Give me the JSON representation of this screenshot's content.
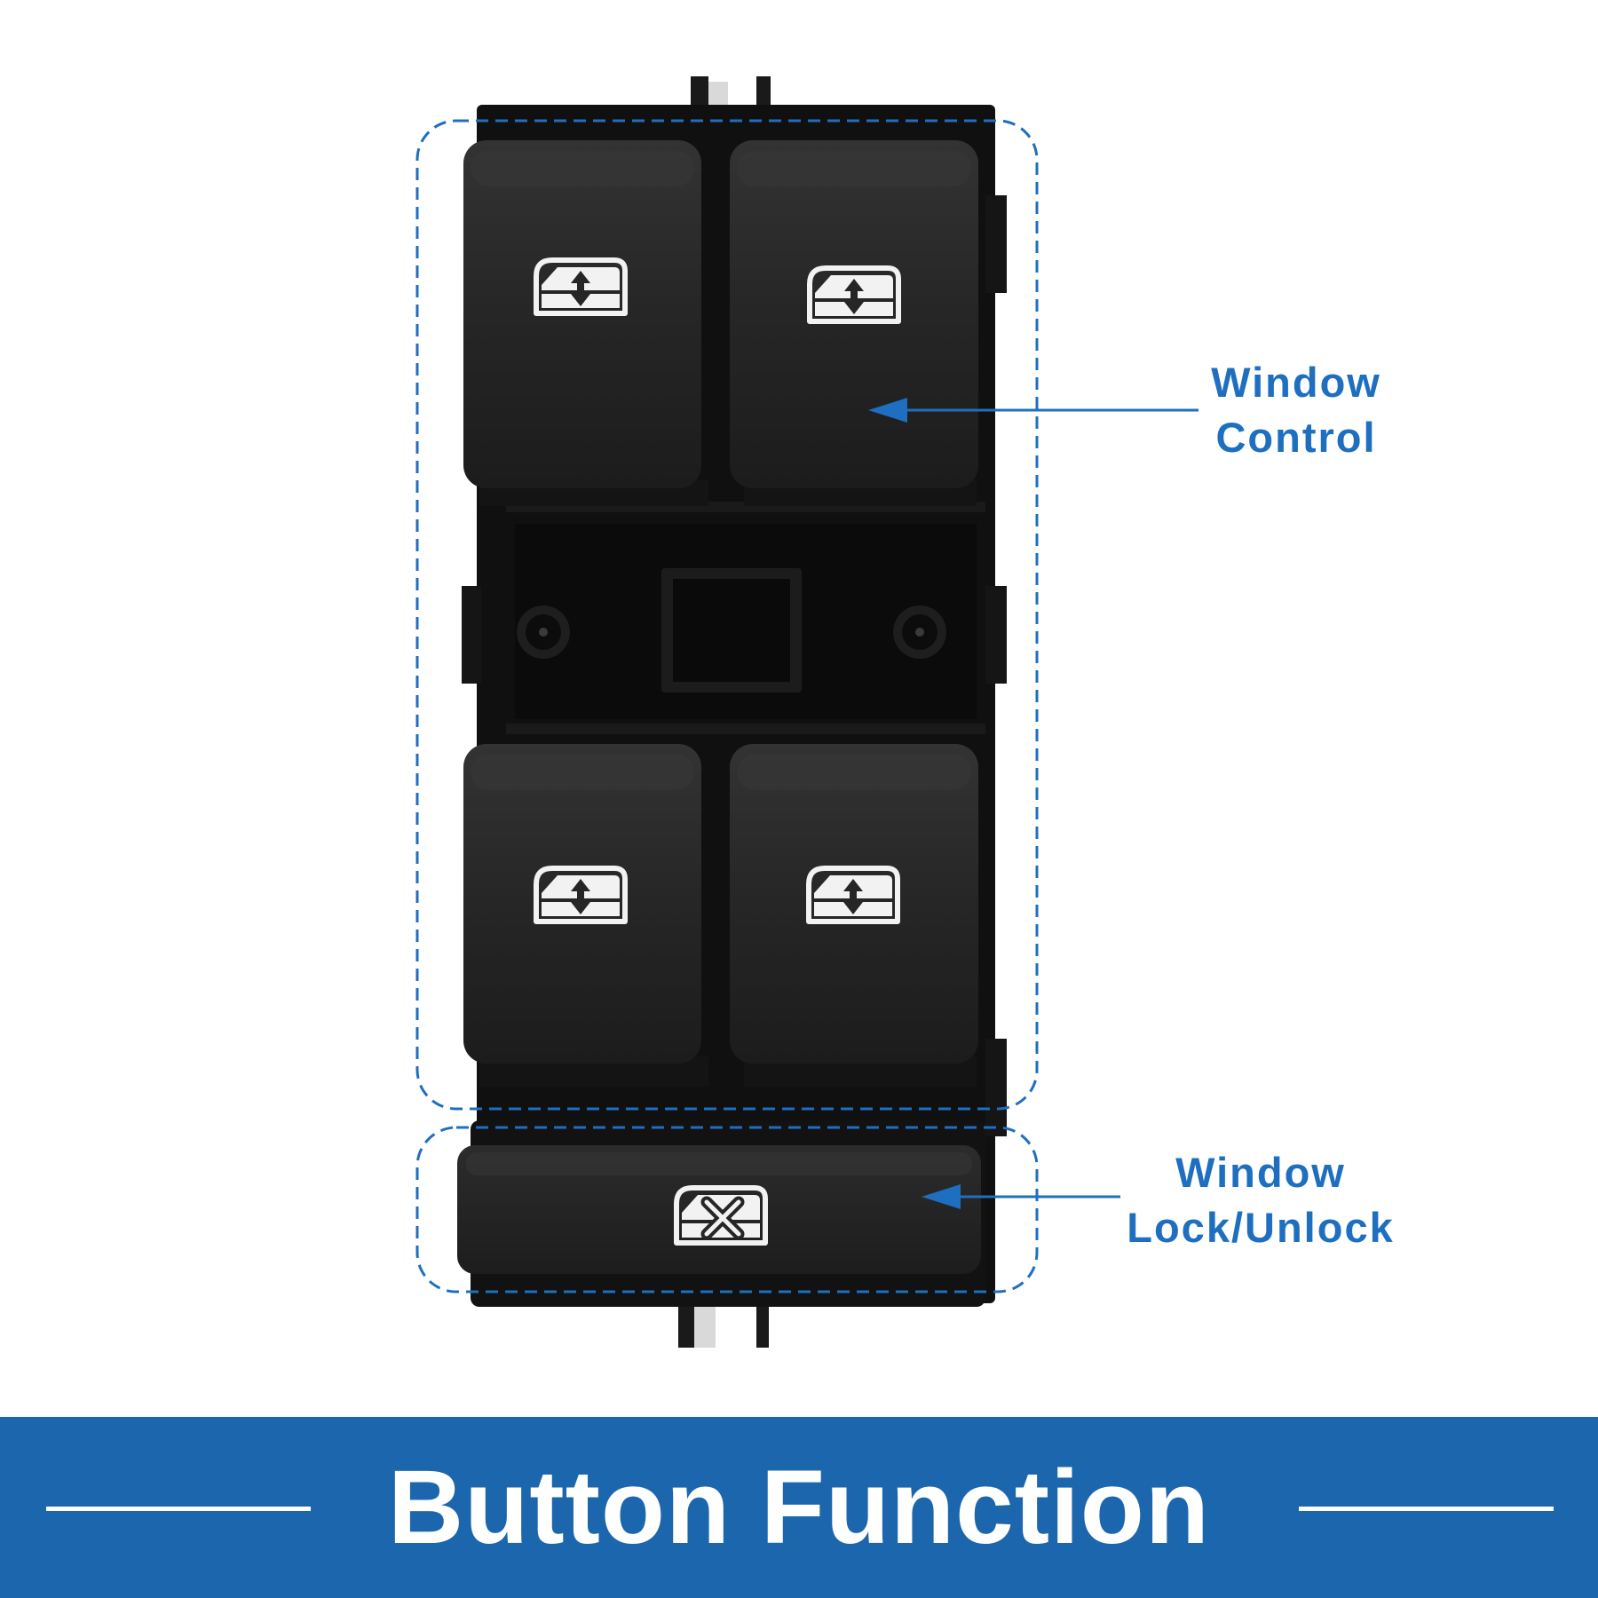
{
  "product": {
    "window_buttons": [
      {
        "icon": "window-up-down-icon",
        "position_name": "front-left"
      },
      {
        "icon": "window-up-down-icon",
        "position_name": "front-right"
      },
      {
        "icon": "window-up-down-icon",
        "position_name": "rear-left"
      },
      {
        "icon": "window-up-down-icon",
        "position_name": "rear-right"
      }
    ],
    "lock_button": {
      "icon": "window-lock-icon"
    }
  },
  "callouts": {
    "window_control": {
      "line1": "Window",
      "line2": "Control"
    },
    "window_lock": {
      "line1": "Window",
      "line2": "Lock/Unlock"
    }
  },
  "banner": {
    "title": "Button Function"
  },
  "colors": {
    "accent": "#1e6fbf",
    "banner": "#1b66ad",
    "switch_body": "#111111",
    "button_face": "#262626",
    "icon": "#f2f2f2"
  }
}
